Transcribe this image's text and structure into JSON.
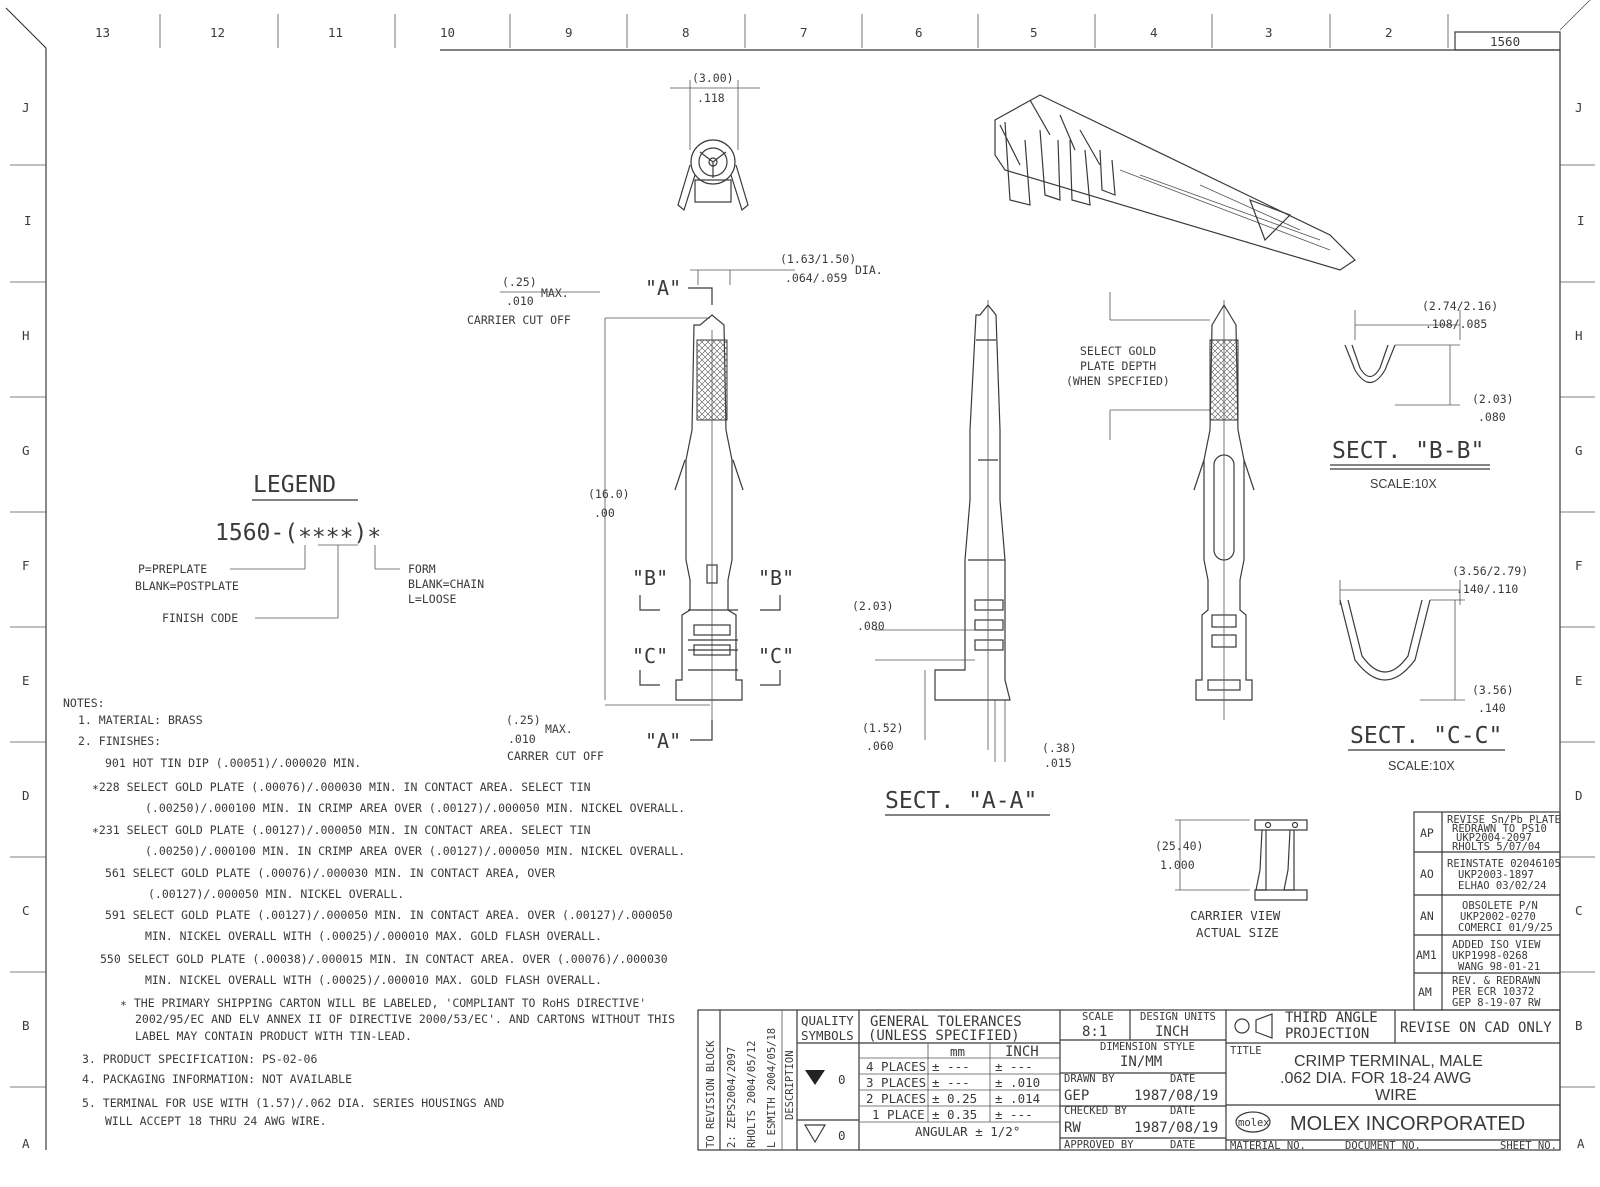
{
  "sheet": {
    "drawing_no": "1560",
    "columns": [
      "13",
      "12",
      "11",
      "10",
      "9",
      "8",
      "7",
      "6",
      "5",
      "4",
      "3",
      "2"
    ],
    "rows": [
      "J",
      "I",
      "H",
      "G",
      "F",
      "E",
      "D",
      "C",
      "B",
      "A"
    ]
  },
  "top_view": {
    "dim_mm": "(3.00)",
    "dim_in": ".118"
  },
  "main_view": {
    "section_a": "\"A\"",
    "section_b": "\"B\"",
    "section_c": "\"C\"",
    "dim_top_mm": "(.25)",
    "dim_top_in": ".010",
    "max_label": "MAX.",
    "carrier_cutoff_top": "CARRIER CUT OFF",
    "dia_mm": "(1.63/1.50)",
    "dia_in": ".064/.059",
    "dia_label": "DIA.",
    "length_mm": "(16.0)",
    "length_in": ".00",
    "dim_bot_mm": "(.25)",
    "dim_bot_in": ".010",
    "carrier_cutoff_bot": "CARRER CUT OFF"
  },
  "section_aa": {
    "title": "SECT. \"A-A\"",
    "d1_mm": "(2.03)",
    "d1_in": ".080",
    "d2_mm": "(1.52)",
    "d2_in": ".060",
    "d3_mm": "(.38)",
    "d3_in": ".015"
  },
  "gold_note": [
    "SELECT GOLD",
    "PLATE DEPTH",
    "(WHEN SPECFIED)"
  ],
  "section_bb": {
    "title": "SECT. \"B-B\"",
    "scale": "SCALE:10X",
    "w_mm": "(2.74/2.16)",
    "w_in": ".108/.085",
    "h_mm": "(2.03)",
    "h_in": ".080"
  },
  "section_cc": {
    "title": "SECT. \"C-C\"",
    "scale": "SCALE:10X",
    "w_mm": "(3.56/2.79)",
    "w_in": ".140/.110",
    "h_mm": "(3.56)",
    "h_in": ".140"
  },
  "legend": {
    "title": "LEGEND",
    "code": "1560-(∗∗∗∗)∗",
    "p_line": "P=PREPLATE",
    "blank_line": "BLANK=POSTPLATE",
    "finish": "FINISH CODE",
    "form1": "FORM",
    "form2": "BLANK=CHAIN",
    "form3": "L=LOOSE"
  },
  "carrier_view": {
    "dim_mm": "(25.40)",
    "dim_in": "1.000",
    "label1": "CARRIER VIEW",
    "label2": "ACTUAL SIZE"
  },
  "notes": [
    "NOTES:",
    "1.  MATERIAL: BRASS",
    "2.  FINISHES:",
    "901   HOT TIN DIP (.00051)/.000020 MIN.",
    "∗228   SELECT GOLD PLATE (.00076)/.000030 MIN. IN CONTACT AREA. SELECT TIN",
    "(.00250)/.000100 MIN. IN CRIMP AREA OVER (.00127)/.000050 MIN. NICKEL OVERALL.",
    "∗231   SELECT GOLD PLATE (.00127)/.000050 MIN. IN CONTACT AREA. SELECT TIN",
    "(.00250)/.000100 MIN. IN CRIMP AREA OVER (.00127)/.000050 MIN. NICKEL OVERALL.",
    "561   SELECT GOLD PLATE (.00076)/.000030 MIN. IN CONTACT AREA, OVER",
    "(.00127)/.000050 MIN. NICKEL OVERALL.",
    "591   SELECT GOLD PLATE (.00127)/.000050 MIN. IN CONTACT AREA. OVER (.00127)/.000050",
    "MIN. NICKEL OVERALL WITH (.00025)/.000010 MAX. GOLD FLASH OVERALL.",
    "550   SELECT GOLD PLATE (.00038)/.000015 MIN. IN CONTACT AREA. OVER (.00076)/.000030",
    "MIN. NICKEL OVERALL WITH (.00025)/.000010 MAX. GOLD FLASH OVERALL.",
    "∗ THE PRIMARY SHIPPING CARTON WILL BE LABELED, 'COMPLIANT TO RoHS DIRECTIVE'",
    "2002/95/EC AND ELV ANNEX II OF DIRECTIVE 2000/53/EC'. AND CARTONS WITHOUT THIS",
    "LABEL MAY CONTAIN PRODUCT WITH TIN-LEAD.",
    "3.  PRODUCT SPECIFICATION: PS-02-06",
    "4.  PACKAGING INFORMATION: NOT AVAILABLE",
    "5.  TERMINAL FOR USE WITH (1.57)/.062 DIA. SERIES HOUSINGS AND",
    "WILL ACCEPT 18 THRU 24 AWG WIRE."
  ],
  "revisions": [
    {
      "code": "AP",
      "lines": [
        "REVISE Sn/Pb PLATE",
        "REDRAWN TO PS10",
        "UKP2004-2097",
        "RHOLTS  5/07/04"
      ]
    },
    {
      "code": "AO",
      "lines": [
        "REINSTATE 02046105",
        "UKP2003-1897",
        "ELHAO   03/02/24"
      ]
    },
    {
      "code": "AN",
      "lines": [
        "OBSOLETE P/N",
        "UKP2002-0270",
        "COMERCI  01/9/25"
      ]
    },
    {
      "code": "AM1",
      "lines": [
        "ADDED ISO VIEW",
        "UKP1998-0268",
        "WANG  98-01-21"
      ]
    },
    {
      "code": "AM",
      "lines": [
        "REV. & REDRAWN",
        "PER ECR 10372",
        "GEP  8-19-07 RW"
      ]
    }
  ],
  "revision_block": {
    "left_text": [
      "TO REVISION BLOCK",
      "2: ZEPS2004/2097",
      "RHOLTS   2004/05/12",
      "L ESMITH  2004/05/18"
    ],
    "description": "DESCRIPTION"
  },
  "title_block": {
    "quality": "QUALITY",
    "symbols": "SYMBOLS",
    "sym_val1": "0",
    "sym_val2": "0",
    "tol_title": "GENERAL TOLERANCES",
    "tol_sub": "(UNLESS SPECIFIED)",
    "col_mm": "mm",
    "col_inch": "INCH",
    "tol_rows": [
      {
        "label": "4 PLACES",
        "mm": "± ---",
        "inch": "± ---"
      },
      {
        "label": "3 PLACES",
        "mm": "± ---",
        "inch": "± .010"
      },
      {
        "label": "2 PLACES",
        "mm": "± 0.25",
        "inch": "± .014"
      },
      {
        "label": "1 PLACE",
        "mm": "± 0.35",
        "inch": "± ---"
      }
    ],
    "angular": "ANGULAR  ± 1/2°",
    "scale_label": "SCALE",
    "scale": "8:1",
    "units_label": "DESIGN UNITS",
    "units": "INCH",
    "dim_style_label": "DIMENSION STYLE",
    "dim_style": "IN/MM",
    "drawn_by_label": "DRAWN BY",
    "drawn_by": "GEP",
    "drawn_date_label": "DATE",
    "drawn_date": "1987/08/19",
    "checked_by_label": "CHECKED BY",
    "checked_by": "RW",
    "checked_date_label": "DATE",
    "checked_date": "1987/08/19",
    "approved_by_label": "APPROVED BY",
    "approved_date_label": "DATE",
    "projection1": "THIRD ANGLE",
    "projection2": "PROJECTION",
    "revise": "REVISE ON CAD ONLY",
    "title_label": "TITLE",
    "title1": "CRIMP TERMINAL, MALE",
    "title2": ".062 DIA. FOR 18-24 AWG",
    "title3": "WIRE",
    "logo": "molex",
    "company": "MOLEX INCORPORATED",
    "material_label": "MATERIAL NO.",
    "document_label": "DOCUMENT NO.",
    "sheet_label": "SHEET NO."
  }
}
